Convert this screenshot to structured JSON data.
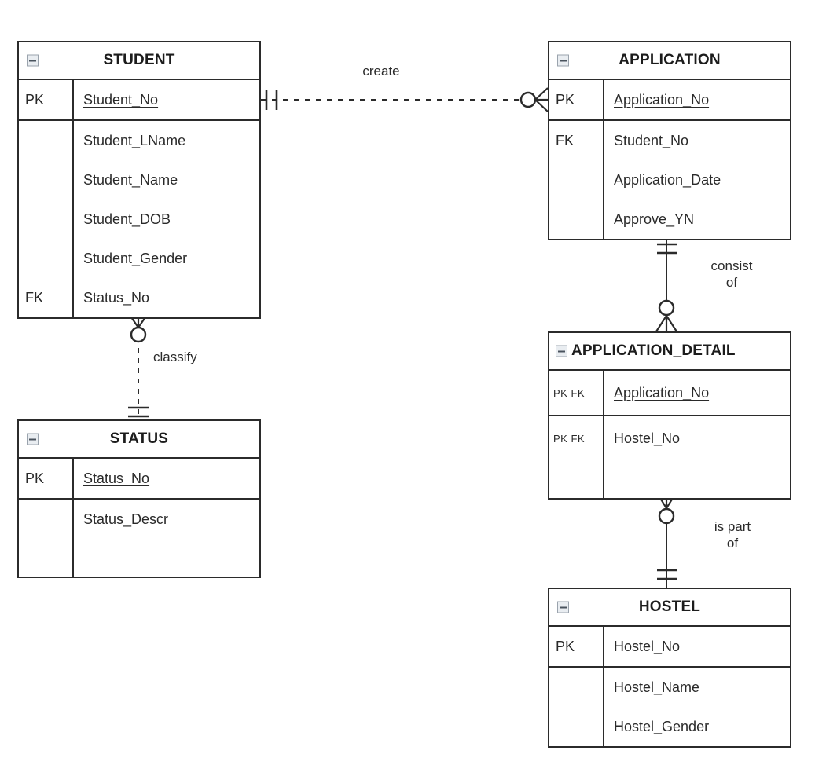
{
  "diagram": {
    "type": "entity-relationship-diagram",
    "notation": "crows-foot",
    "background": "#ffffff",
    "line_color": "#2b2b2b",
    "text_color": "#2a2a2a"
  },
  "entities": [
    {
      "id": "student",
      "name": "STUDENT",
      "collapse_icon": "collapse-minus-icon",
      "groups": [
        {
          "rows": [
            {
              "key": "PK",
              "key_style": "normal",
              "attribute": "Student_No",
              "underlined": true
            }
          ]
        },
        {
          "rows": [
            {
              "key": "",
              "key_style": "normal",
              "attribute": "Student_LName",
              "underlined": false
            },
            {
              "key": "",
              "key_style": "normal",
              "attribute": "Student_Name",
              "underlined": false
            },
            {
              "key": "",
              "key_style": "normal",
              "attribute": "Student_DOB",
              "underlined": false
            },
            {
              "key": "",
              "key_style": "normal",
              "attribute": "Student_Gender",
              "underlined": false
            },
            {
              "key": "FK",
              "key_style": "normal",
              "attribute": "Status_No",
              "underlined": false
            }
          ]
        }
      ]
    },
    {
      "id": "application",
      "name": "APPLICATION",
      "collapse_icon": "collapse-minus-icon",
      "groups": [
        {
          "rows": [
            {
              "key": "PK",
              "key_style": "normal",
              "attribute": "Application_No",
              "underlined": true
            }
          ]
        },
        {
          "rows": [
            {
              "key": "FK",
              "key_style": "normal",
              "attribute": "Student_No",
              "underlined": false
            },
            {
              "key": "",
              "key_style": "normal",
              "attribute": "Application_Date",
              "underlined": false
            },
            {
              "key": "",
              "key_style": "normal",
              "attribute": "Approve_YN",
              "underlined": false
            }
          ]
        }
      ]
    },
    {
      "id": "application_detail",
      "name": "APPLICATION_DETAIL",
      "collapse_icon": "collapse-minus-icon",
      "groups": [
        {
          "rows": [
            {
              "key": "PK FK",
              "key_style": "small",
              "attribute": "Application_No",
              "underlined": true
            }
          ]
        },
        {
          "rows": [
            {
              "key": "PK FK",
              "key_style": "small",
              "attribute": "Hostel_No",
              "underlined": false
            }
          ]
        }
      ]
    },
    {
      "id": "status",
      "name": "STATUS",
      "collapse_icon": "collapse-minus-icon",
      "groups": [
        {
          "rows": [
            {
              "key": "PK",
              "key_style": "normal",
              "attribute": "Status_No",
              "underlined": true
            }
          ]
        },
        {
          "rows": [
            {
              "key": "",
              "key_style": "normal",
              "attribute": "Status_Descr",
              "underlined": false
            }
          ]
        }
      ]
    },
    {
      "id": "hostel",
      "name": "HOSTEL",
      "collapse_icon": "collapse-minus-icon",
      "groups": [
        {
          "rows": [
            {
              "key": "PK",
              "key_style": "normal",
              "attribute": "Hostel_No",
              "underlined": true
            }
          ]
        },
        {
          "rows": [
            {
              "key": "",
              "key_style": "normal",
              "attribute": "Hostel_Name",
              "underlined": false
            },
            {
              "key": "",
              "key_style": "normal",
              "attribute": "Hostel_Gender",
              "underlined": false
            }
          ]
        }
      ]
    }
  ],
  "relationships": [
    {
      "id": "create",
      "label": "create",
      "from": "STUDENT",
      "to": "APPLICATION",
      "line": "dashed",
      "from_cardinality": "one-and-only-one",
      "to_cardinality": "zero-or-many"
    },
    {
      "id": "classify",
      "label": "classify",
      "from": "STATUS",
      "to": "STUDENT",
      "line": "dashed",
      "from_cardinality": "one-and-only-one",
      "to_cardinality": "zero-or-many"
    },
    {
      "id": "consist_of",
      "label": "consist\nof",
      "from": "APPLICATION",
      "to": "APPLICATION_DETAIL",
      "line": "solid",
      "from_cardinality": "one-and-only-one",
      "to_cardinality": "zero-or-many"
    },
    {
      "id": "is_part_of",
      "label": "is part\nof",
      "from": "HOSTEL",
      "to": "APPLICATION_DETAIL",
      "line": "solid",
      "from_cardinality": "one-and-only-one",
      "to_cardinality": "zero-or-many"
    }
  ]
}
